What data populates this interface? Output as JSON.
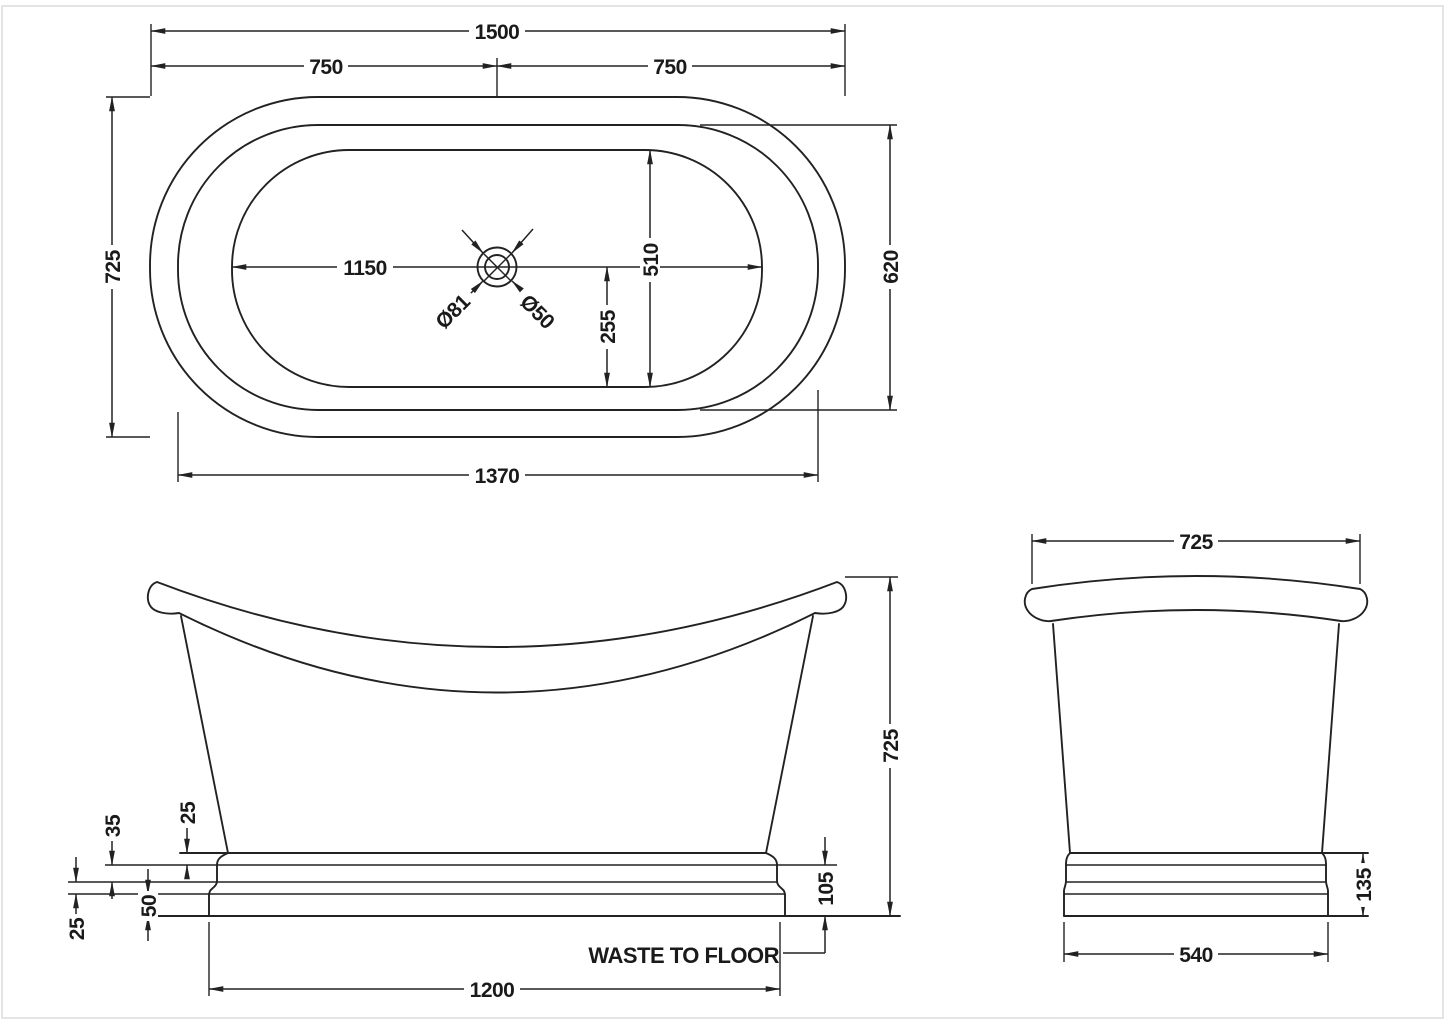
{
  "meta": {
    "drawing_type": "bath technical drawing, three orthographic views",
    "units": "mm",
    "line_color": "#222222",
    "text_color": "#1a1a1a"
  },
  "plan": {
    "length_total": "1500",
    "length_left": "750",
    "length_right": "750",
    "width_total": "725",
    "basin_length": "1150",
    "basin_width": "510",
    "drain_offset": "255",
    "rim_width": "620",
    "rim_length": "1370",
    "drain_outer": "Ø81",
    "drain_inner": "Ø50"
  },
  "front": {
    "step_top": "25",
    "moulding_height": "35",
    "step_mid": "25",
    "plinth_height": "50",
    "base_height": "105",
    "height_total": "725",
    "base_length": "1200",
    "waste_note": "WASTE TO FLOOR"
  },
  "side": {
    "width_top": "725",
    "base_height": "135",
    "base_width": "540"
  }
}
